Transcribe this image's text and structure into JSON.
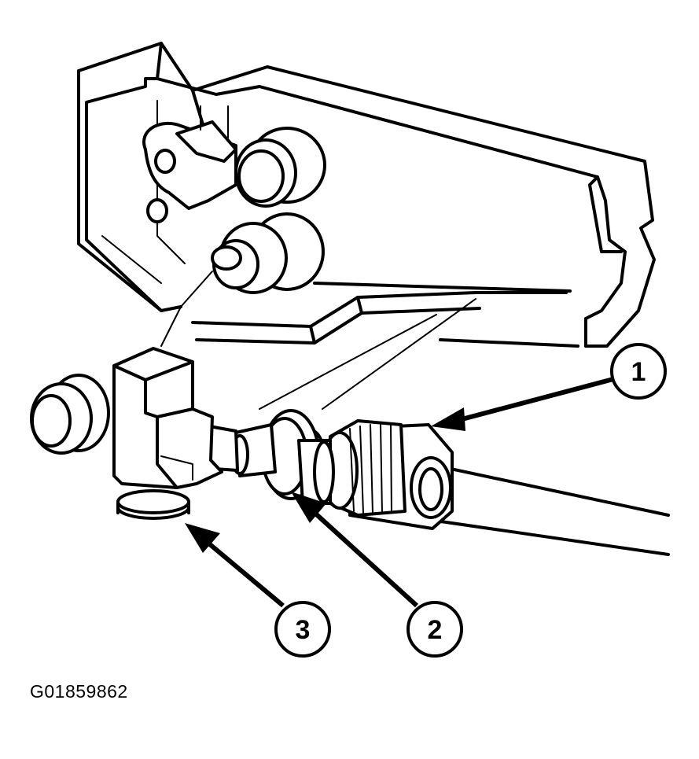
{
  "figure_id": "G01859862",
  "callouts": [
    {
      "label": "1"
    },
    {
      "label": "2"
    },
    {
      "label": "3"
    }
  ],
  "colors": {
    "ink": "#000000",
    "paper": "#ffffff"
  }
}
